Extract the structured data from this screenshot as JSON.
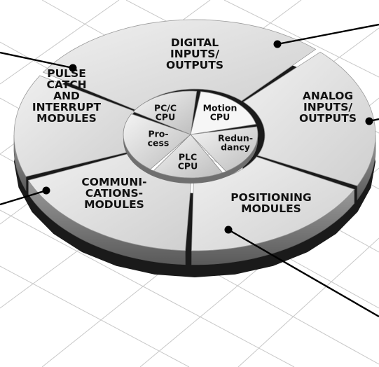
{
  "outer_segments": [
    {
      "id": "digital",
      "lines": [
        "DIGITAL",
        "INPUTS/",
        "OUTPUTS"
      ]
    },
    {
      "id": "analog",
      "lines": [
        "ANALOG",
        "INPUTS/",
        "OUTPUTS"
      ]
    },
    {
      "id": "positioning",
      "lines": [
        "POSITIONING",
        "MODULES"
      ]
    },
    {
      "id": "communications",
      "lines": [
        "COMMUNI-",
        "CATIONS-",
        "MODULES"
      ]
    },
    {
      "id": "pulse",
      "lines": [
        "PULSE",
        "CATCH",
        "AND",
        "INTERRUPT",
        "MODULES"
      ]
    }
  ],
  "inner_segments": [
    {
      "id": "pcc",
      "lines": [
        "PC/C",
        "CPU"
      ]
    },
    {
      "id": "motion",
      "lines": [
        "Motion",
        "CPU"
      ]
    },
    {
      "id": "redundancy",
      "lines": [
        "Redun-",
        "dancy"
      ]
    },
    {
      "id": "plc",
      "lines": [
        "PLC",
        "CPU"
      ]
    },
    {
      "id": "process",
      "lines": [
        "Pro-",
        "cess"
      ]
    }
  ],
  "colors": {
    "segment_top": "#e2e2e2",
    "segment_top_light": "#f2f2f2",
    "segment_side": "#8a8a8a",
    "shadow": "#1a1a1a",
    "grid": "#c8c8c8",
    "leader": "#000000"
  }
}
